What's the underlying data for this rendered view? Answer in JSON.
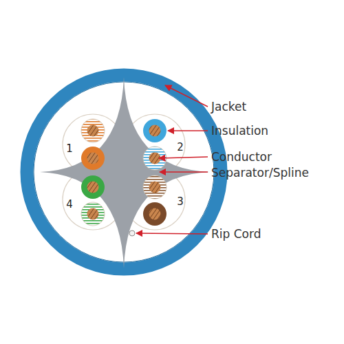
{
  "diagram": {
    "labels": [
      "Jacket",
      "Insulation",
      "1",
      "2",
      "Conductor",
      "Separator/Spline",
      "4",
      "3",
      "Rip Cord"
    ]
  }
}
